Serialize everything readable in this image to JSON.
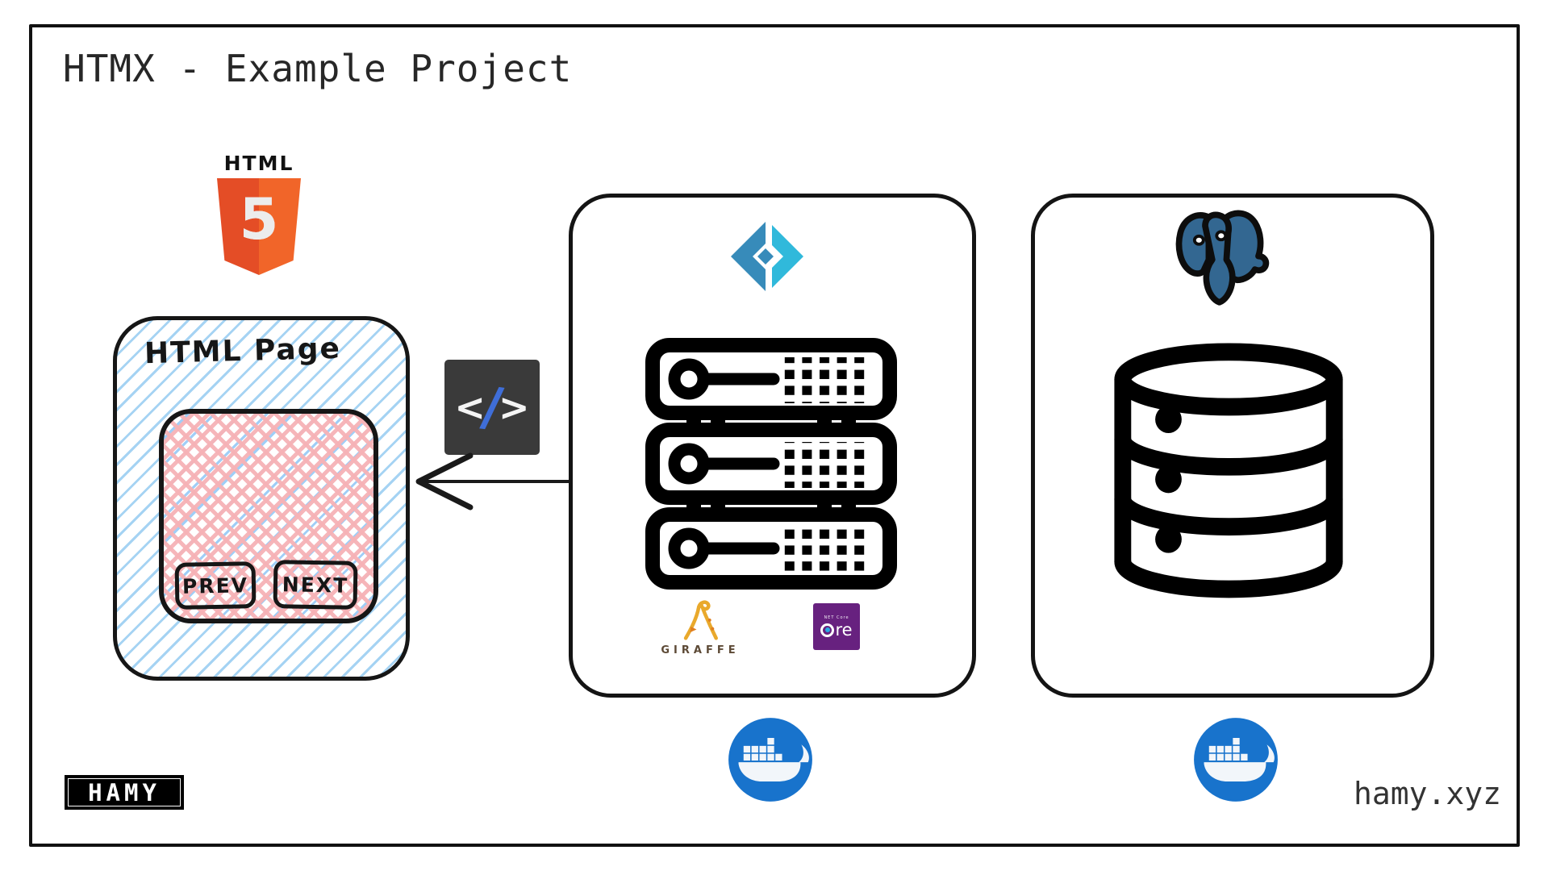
{
  "title": "HTMX - Example Project",
  "html5": {
    "wordmark": "HTML",
    "number": "5"
  },
  "page": {
    "label": "HTML Page",
    "prev": "PREV",
    "next": "NEXT"
  },
  "code": {
    "open": "<",
    "slash": "/",
    "close": ">"
  },
  "backend": {
    "giraffe_label": "GIRAFFE",
    "netcore_small": "NET Core",
    "netcore_suffix": "re"
  },
  "footer": {
    "logo": "HAMY",
    "site": "hamy.xyz"
  },
  "icons": {
    "html5_logo": "html5-shield",
    "fsharp_logo": "fsharp-diamond",
    "server_icon": "server-rack",
    "code_icon": "code-tag",
    "arrow_icon": "left-arrow",
    "giraffe_icon": "lambda-giraffe",
    "netcore_icon": "dotnet-core-badge",
    "postgres_icon": "postgresql-elephant",
    "database_icon": "database-cylinder",
    "docker_icon": "docker-whale"
  },
  "colors": {
    "html5_orange_dark": "#e44d26",
    "html5_orange_light": "#f16529",
    "fsharp_dark": "#378bba",
    "fsharp_light": "#30b9db",
    "docker_blue": "#1873cc",
    "postgres_blue": "#336791",
    "netcore_purple": "#67217f",
    "netcore_cyan": "#29abe2",
    "giraffe_gold": "#e9a92c",
    "giraffe_brown": "#5d4a36",
    "code_bg": "#3a3a3a",
    "code_slash_blue": "#3f6ed8",
    "hatch_blue": "#a5d3f3",
    "hatch_pink": "#f6b2b6",
    "outline_black": "#141414"
  }
}
